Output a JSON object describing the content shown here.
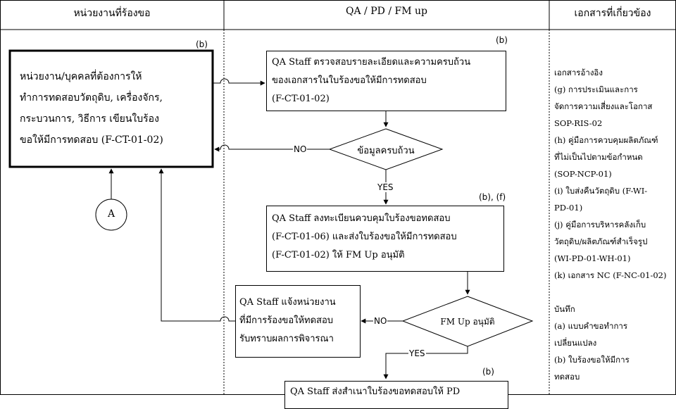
{
  "headers": {
    "col1": "หน่วยงานที่ร้องขอ",
    "col2": "QA / PD / FM up",
    "col3": "เอกสารที่เกี่ยวข้อง"
  },
  "requester_box": {
    "tag": "(b)",
    "lines": [
      "หน่วยงาน/บุคคลที่ต้องการให้",
      "ทำการทดสอบวัตถุดิบ, เครื่องจักร,",
      "กระบวนการ, วิธีการ เขียนใบร้อง",
      "ขอให้มีการทดสอบ (F-CT-01-02)"
    ]
  },
  "connector": {
    "label": "A"
  },
  "qa_check_box": {
    "tag": "(b)",
    "lines": [
      "QA Staff ตรวจสอบรายละเอียดและความครบถ้วน",
      "ของเอกสารในใบร้องขอให้มีการทดสอบ",
      "(F-CT-01-02)"
    ]
  },
  "decision_complete": {
    "text": "ข้อมูลครบถ้วน",
    "no": "NO",
    "yes": "YES"
  },
  "qa_register_box": {
    "tag": "(b), (f)",
    "lines": [
      "QA Staff ลงทะเบียนควบคุมใบร้องขอทดสอบ",
      "(F-CT-01-06)  และส่งใบร้องขอให้มีการทดสอบ",
      "(F-CT-01-02) ให้ FM  Up อนุมัติ"
    ]
  },
  "decision_approve": {
    "text": "FM  Up อนุมัติ",
    "no": "NO",
    "yes": "YES"
  },
  "qa_notify_box": {
    "lines": [
      "QA Staff  แจ้งหน่วยงาน",
      "ที่มีการร้องขอให้ทดสอบ",
      "รับทราบผลการพิจารณา"
    ]
  },
  "qa_send_box": {
    "tag": "(b)",
    "lines": [
      "QA Staff  ส่งสำเนาใบร้องขอทดสอบให้ PD"
    ]
  },
  "related_docs": [
    "เอกสารอ้างอิง",
    "(g) การประเมินและการ",
    "จัดการความเสี่ยงและโอกาส",
    "SOP-RIS-02",
    "(h) คู่มือการควบคุมผลิตภัณฑ์",
    "ที่ไม่เป็นไปตามข้อกำหนด",
    "(SOP-NCP-01)",
    "(i) ใบส่งคืนวัตถุดิบ (F-WI-",
    "PD-01)",
    "(j) คู่มือการบริหารคลังเก็บ",
    "วัตถุดิบ/ผลิตภัณฑ์สำเร็จรูป",
    "(WI-PD-01-WH-01)",
    "(k) เอกสาร NC (F-NC-01-02)",
    "",
    "บันทึก",
    "(a) แบบคำขอทำการ",
    "เปลี่ยนแปลง",
    "(b) ใบร้องขอให้มีการ",
    "ทดสอบ"
  ]
}
